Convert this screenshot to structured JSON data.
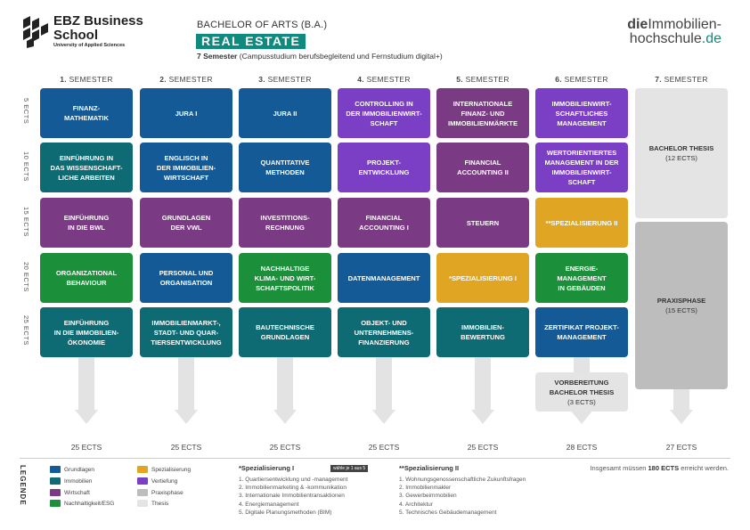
{
  "brand": {
    "name_line1": "EBZ Business",
    "name_line2": "School",
    "subtitle": "University of Applied Sciences"
  },
  "program": {
    "degree": "BACHELOR OF ARTS (B.A.)",
    "badge": "REAL ESTATE",
    "semesters_bold": "7 Semester",
    "semesters_rest": "(Campusstudium berufsbegleitend und Fernstudium digital+)"
  },
  "site_logo": {
    "part1": "die",
    "part2": "Immobilien-",
    "part3": "hochschule",
    "part4": ".de"
  },
  "semesters": [
    {
      "num": "1.",
      "label": "SEMESTER",
      "total": "25 ECTS"
    },
    {
      "num": "2.",
      "label": "SEMESTER",
      "total": "25 ECTS"
    },
    {
      "num": "3.",
      "label": "SEMESTER",
      "total": "25 ECTS"
    },
    {
      "num": "4.",
      "label": "SEMESTER",
      "total": "25 ECTS"
    },
    {
      "num": "5.",
      "label": "SEMESTER",
      "total": "25 ECTS"
    },
    {
      "num": "6.",
      "label": "SEMESTER",
      "total": "28 ECTS"
    },
    {
      "num": "7.",
      "label": "SEMESTER",
      "total": "27 ECTS"
    }
  ],
  "ects_rows": [
    "5 ECTS",
    "10 ECTS",
    "15 ECTS",
    "20 ECTS",
    "25 ECTS"
  ],
  "modules": {
    "s1": [
      "FINANZ-\nMATHEMATIK",
      "EINFÜHRUNG IN\nDAS WISSENSCHAFT-\nLICHE ARBEITEN",
      "EINFÜHRUNG\nIN DIE BWL",
      "ORGANIZATIONAL\nBEHAVIOUR",
      "EINFÜHRUNG\nIN DIE IMMOBILIEN-\nÖKONOMIE"
    ],
    "s2": [
      "JURA I",
      "ENGLISCH IN\nDER IMMOBILIEN-\nWIRTSCHAFT",
      "GRUNDLAGEN\nDER VWL",
      "PERSONAL UND\nORGANISATION",
      "IMMOBILIENMARKT-,\nSTADT- UND QUAR-\nTIERSENTWICKLUNG"
    ],
    "s3": [
      "JURA II",
      "QUANTITATIVE\nMETHODEN",
      "INVESTITIONS-\nRECHNUNG",
      "NACHHALTIGE\nKLIMA- UND WIRT-\nSCHAFTSPOLITIK",
      "BAUTECHNISCHE\nGRUNDLAGEN"
    ],
    "s4": [
      "CONTROLLING IN\nDER IMMOBILIENWIRT-\nSCHAFT",
      "PROJEKT-\nENTWICKLUNG",
      "FINANCIAL\nACCOUNTING I",
      "DATENMANAGEMENT",
      "OBJEKT- UND\nUNTERNEHMENS-\nFINANZIERUNG"
    ],
    "s5": [
      "INTERNATIONALE\nFINANZ- UND\nIMMOBILIENMÄRKTE",
      "FINANCIAL\nACCOUNTING II",
      "STEUERN",
      "*SPEZIALISIERUNG I",
      "IMMOBILIEN-\nBEWERTUNG"
    ],
    "s6": [
      "IMMOBILIENWIRT-\nSCHAFTLICHES\nMANAGEMENT",
      "WERTORIENTIERTES\nMANAGEMENT IN DER\nIMMOBILIENWIRT-\nSCHAFT",
      "**SPEZIALISIERUNG II",
      "ENERGIE-\nMANAGEMENT\nIN GEBÄUDEN",
      "ZERTIFIKAT PROJEKT-\nMANAGEMENT"
    ],
    "s6_extra": {
      "title": "VORBEREITUNG\nBACHELOR THESIS",
      "ects": "(3 ECTS)"
    },
    "s7": [
      {
        "title": "BACHELOR THESIS",
        "ects": "(12 ECTS)"
      },
      {
        "title": "PRAXISPHASE",
        "ects": "(15 ECTS)"
      }
    ]
  },
  "legend": {
    "title": "LEGENDE",
    "items": [
      {
        "label": "Grundlagen",
        "color": "#145a96"
      },
      {
        "label": "Immobilien",
        "color": "#0e6a73"
      },
      {
        "label": "Wirtschaft",
        "color": "#7a3a84"
      },
      {
        "label": "Nachhaltigkeit/ESG",
        "color": "#1b8f3a"
      },
      {
        "label": "Spezialisierung",
        "color": "#e0a623"
      },
      {
        "label": "Vertiefung",
        "color": "#7a3fc4"
      },
      {
        "label": "Praxisphase",
        "color": "#bdbdbd"
      },
      {
        "label": "Thesis",
        "color": "#e4e4e4"
      }
    ]
  },
  "spec1": {
    "title": "*Spezialisierung I",
    "note": "wähle je 1 aus 5",
    "items": [
      "1. Quartiersentwicklung und -management",
      "2. Immobilienmarketing & -kommunikation",
      "3. Internationale Immobilientransaktionen",
      "4. Energiemanagement",
      "5. Digitale Planungsmethoden (BIM)"
    ]
  },
  "spec2": {
    "title": "**Spezialisierung II",
    "items": [
      "1. Wohnungsgenossenschaftliche Zukunftsfragen",
      "2. Immobilienmakler",
      "3. Gewerbeimmobilien",
      "4. Architektur",
      "5. Technisches Gebäudemanagement"
    ]
  },
  "total_note": {
    "pre": "Insgesamt müssen",
    "bold": "180 ECTS",
    "post": "erreicht werden."
  }
}
